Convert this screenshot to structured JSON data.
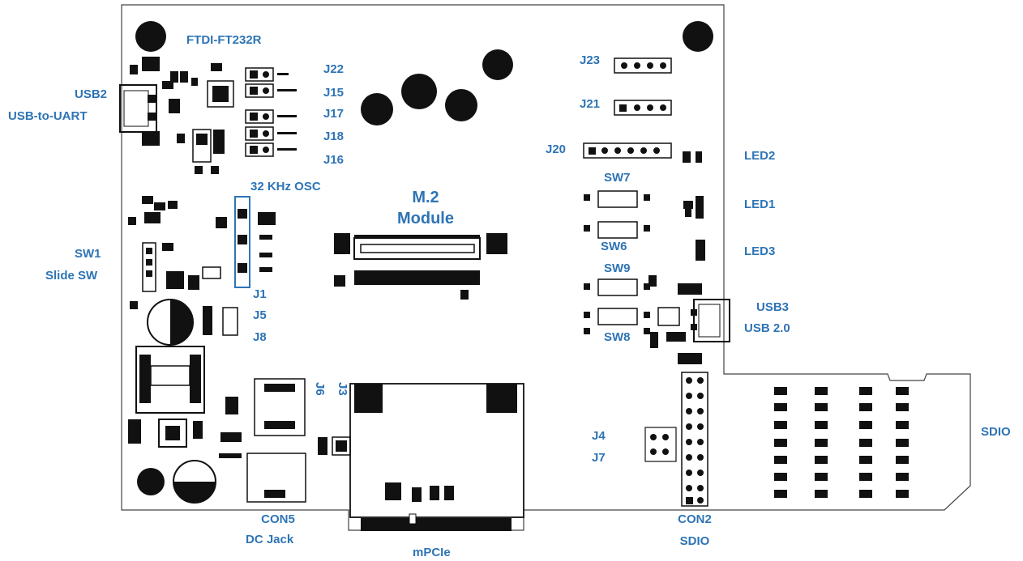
{
  "labels": {
    "ftdi": "FTDI-FT232R",
    "usb2_line1": "USB2",
    "usb2_line2": "USB-to-UART",
    "j22": "J22",
    "j15": "J15",
    "j17": "J17",
    "j18": "J18",
    "j16": "J16",
    "osc": "32 KHz OSC",
    "m2_line1": "M.2",
    "m2_line2": "Module",
    "sw1_line1": "SW1",
    "sw1_line2": "Slide SW",
    "j1": "J1",
    "j5": "J5",
    "j8": "J8",
    "j23": "J23",
    "j21": "J21",
    "j20": "J20",
    "led2": "LED2",
    "sw7": "SW7",
    "led1": "LED1",
    "sw6": "SW6",
    "led3": "LED3",
    "sw9": "SW9",
    "usb3_line1": "USB3",
    "usb3_line2": "USB 2.0",
    "sw8": "SW8",
    "j6": "J6",
    "j3": "J3",
    "sdio_edge": "SDIO",
    "j4": "J4",
    "j7": "J7",
    "con5_line1": "CON5",
    "con5_line2": "DC Jack",
    "mpcie": "mPCIe",
    "con2_line1": "CON2",
    "con2_line2": "SDIO"
  },
  "colors": {
    "label": "#2e74b5",
    "silkscreen": "#111111",
    "board": "#ffffff"
  }
}
